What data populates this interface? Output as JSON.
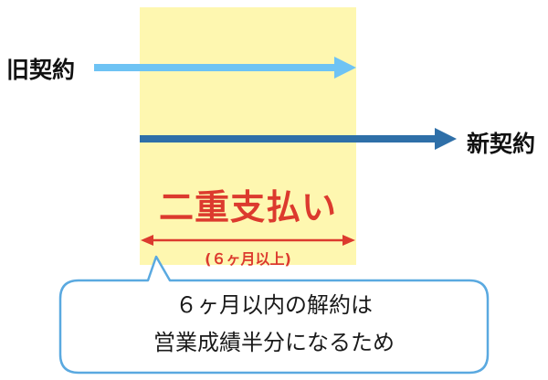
{
  "labels": {
    "old_contract": "旧契約",
    "new_contract": "新契約",
    "double_payment": "二重支払い",
    "period": "(６ヶ月以上)"
  },
  "callout": {
    "line1": "６ヶ月以内の解約は",
    "line2": "営業成績半分になるため"
  },
  "colors": {
    "overlap_zone": "#fef7b0",
    "old_arrow": "#6ec3f4",
    "new_arrow": "#2e6fa8",
    "accent_red": "#dc3a2e",
    "callout_border": "#5aa9e0"
  }
}
